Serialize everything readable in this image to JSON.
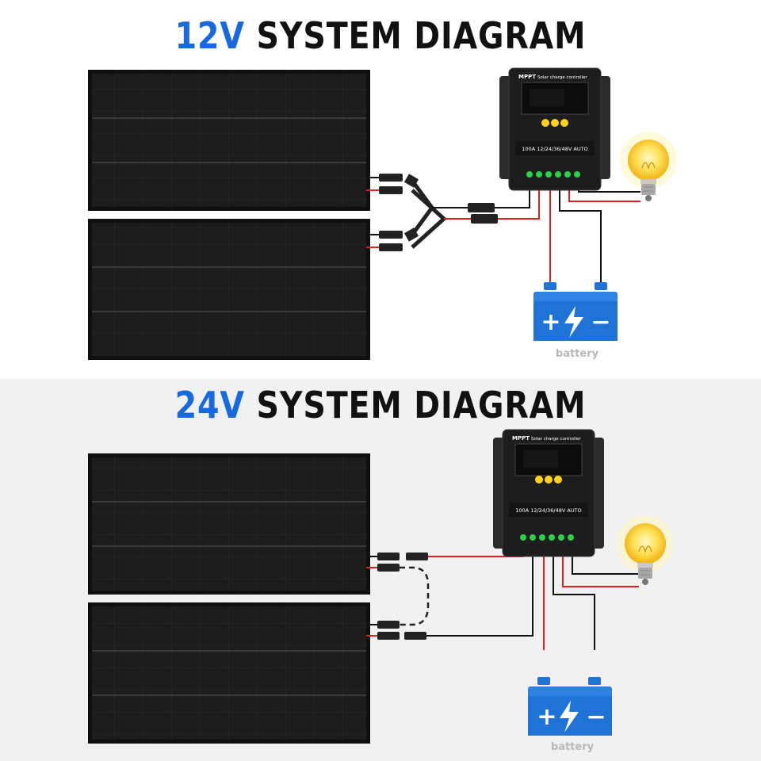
{
  "diagrams": [
    {
      "title_voltage": "12V",
      "title_rest": "SYSTEM DIAGRAM",
      "controller": {
        "brand": "MPPT",
        "name": "Solar charge controller",
        "rating": "100A  12/24/36/48V AUTO"
      },
      "battery_label": "battery",
      "battery_plus": "+",
      "battery_minus": "−"
    },
    {
      "title_voltage": "24V",
      "title_rest": "SYSTEM DIAGRAM",
      "controller": {
        "brand": "MPPT",
        "name": "Solar charge controller",
        "rating": "100A  12/24/36/48V AUTO"
      },
      "battery_label": "battery",
      "battery_plus": "+",
      "battery_minus": "−"
    }
  ],
  "colors": {
    "accent_blue": "#1769e0",
    "battery_blue": "#1f73d6",
    "panel": "#1b1b1b",
    "wire_red": "#e02020",
    "wire_black": "#111111",
    "bulb_yellow": "#ffe25a"
  },
  "icons": [
    "solar-panel-icon",
    "charge-controller-icon",
    "light-bulb-icon",
    "battery-icon",
    "mc4-connector-icon",
    "y-branch-connector-icon"
  ]
}
